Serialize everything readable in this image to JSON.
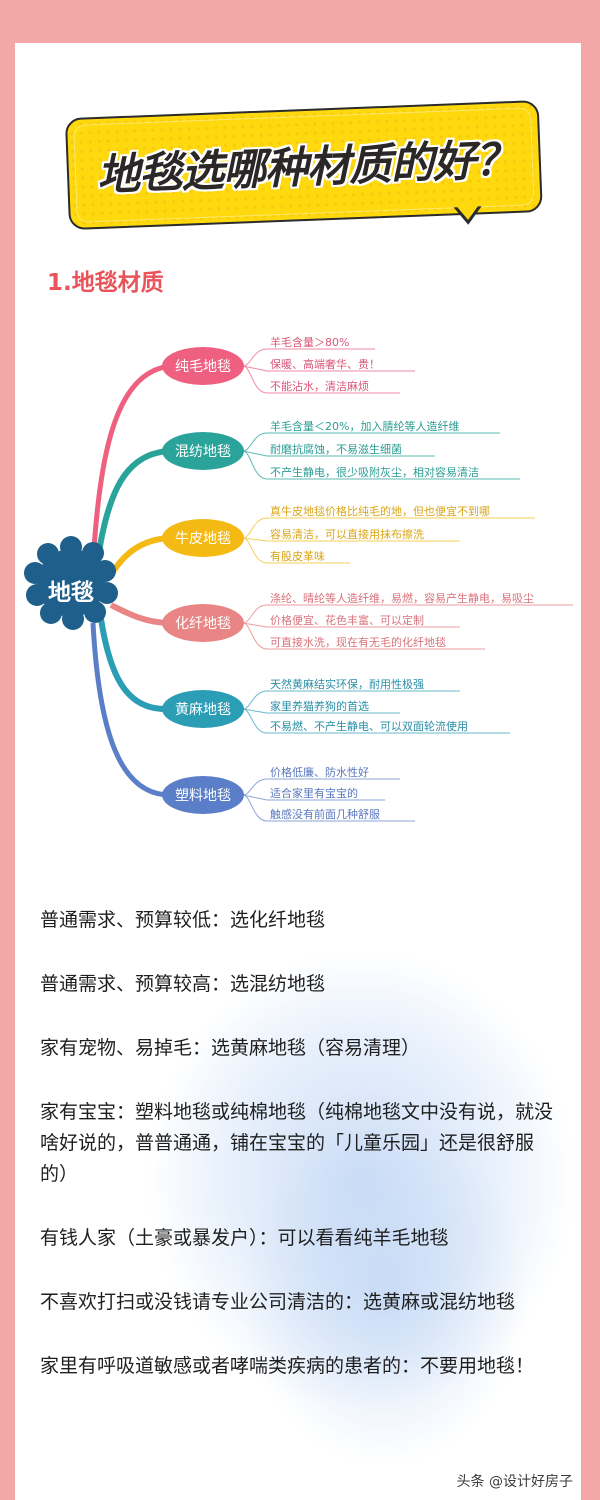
{
  "colors": {
    "frame": "#f4a7a7",
    "panel": "#ffffff",
    "title_bubble": "#fdd90d",
    "section_heading": "#e8545a",
    "center_node": "#1f5f8b"
  },
  "title": {
    "text": "地毯选哪种材质的好？"
  },
  "section": {
    "heading": "1.地毯材质"
  },
  "mindmap": {
    "center": "地毯",
    "branches": [
      {
        "label": "纯毛地毯",
        "color": "#ef5f7f",
        "leaf_color": "#d9557a",
        "items": [
          "羊毛含量＞80%",
          "保暖、高端奢华、贵！",
          "不能沾水，清洁麻烦"
        ]
      },
      {
        "label": "混纺地毯",
        "color": "#2aa39a",
        "leaf_color": "#2a9c93",
        "items": [
          "羊毛含量＜20%，加入腈纶等人造纤维",
          "耐磨抗腐蚀，不易滋生细菌",
          "不产生静电，很少吸附灰尘，相对容易清洁"
        ]
      },
      {
        "label": "牛皮地毯",
        "color": "#f5b914",
        "leaf_color": "#d9a516",
        "items": [
          "真牛皮地毯价格比纯毛的地，但也便宜不到哪",
          "容易清洁，可以直接用抹布擦洗",
          "有股皮革味"
        ]
      },
      {
        "label": "化纤地毯",
        "color": "#e98585",
        "leaf_color": "#d9737b",
        "items": [
          "涤纶、晴纶等人造纤维，易燃，容易产生静电，易吸尘",
          "价格便宜、花色丰富、可以定制",
          "可直接水洗，现在有无毛的化纤地毯"
        ]
      },
      {
        "label": "黄麻地毯",
        "color": "#2b9db5",
        "leaf_color": "#2a8ea6",
        "items": [
          "天然黄麻结实环保，耐用性极强",
          "家里养猫养狗的首选",
          "不易燃、不产生静电、可以双面轮流使用"
        ]
      },
      {
        "label": "塑料地毯",
        "color": "#5b7ec8",
        "leaf_color": "#5a78be",
        "items": [
          "价格低廉、防水性好",
          "适合家里有宝宝的",
          "触感没有前面几种舒服"
        ]
      }
    ]
  },
  "recommendations": [
    "普通需求、预算较低：选化纤地毯",
    "普通需求、预算较高：选混纺地毯",
    "家有宠物、易掉毛：选黄麻地毯（容易清理）",
    "家有宝宝：塑料地毯或纯棉地毯（纯棉地毯文中没有说，就没啥好说的，普普通通，铺在宝宝的「儿童乐园」还是很舒服的）",
    "有钱人家（土豪或暴发户）：可以看看纯羊毛地毯",
    "不喜欢打扫或没钱请专业公司清洁的：选黄麻或混纺地毯",
    "家里有呼吸道敏感或者哮喘类疾病的患者的：不要用地毯！"
  ],
  "footer": {
    "watermark": "头条 @设计好房子"
  }
}
